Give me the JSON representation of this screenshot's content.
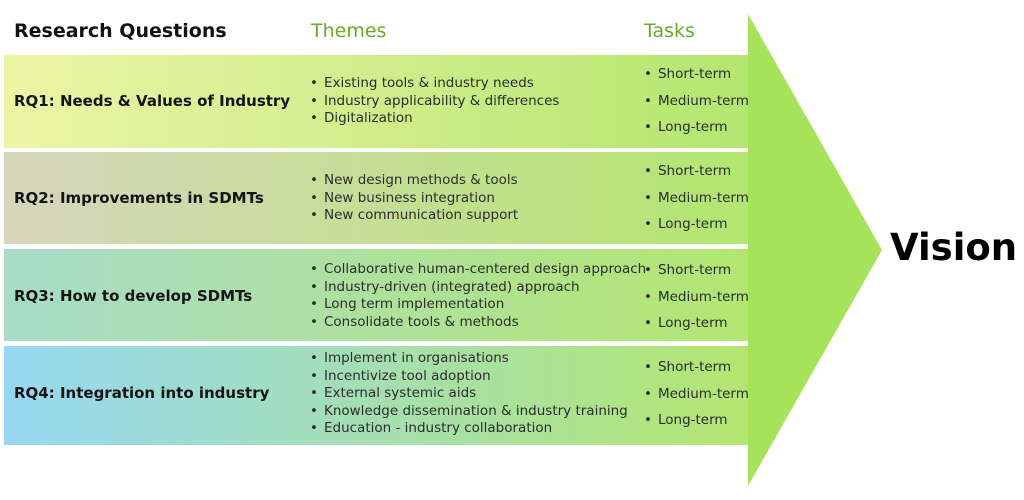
{
  "headers": {
    "research_questions": "Research Questions",
    "themes": "Themes",
    "tasks": "Tasks"
  },
  "colors": {
    "arrow_green": "#a6e35a",
    "header_green": "#6aaa2a",
    "band1_start": "#ecf5a6",
    "band2_start": "#d6d6bc",
    "band3_start": "#a8dcc8",
    "band4_start": "#96d8f2",
    "band_end": "#b3e670"
  },
  "rows": [
    {
      "title": "RQ1: Needs & Values of Industry",
      "themes": [
        "Existing tools & industry needs",
        "Industry applicability & differences",
        "Digitalization"
      ],
      "tasks": [
        "Short-term",
        "Medium-term",
        "Long-term"
      ]
    },
    {
      "title": "RQ2: Improvements in SDMTs",
      "themes": [
        "New design methods & tools",
        "New business integration",
        "New communication support"
      ],
      "tasks": [
        "Short-term",
        "Medium-term",
        "Long-term"
      ]
    },
    {
      "title": "RQ3: How to develop SDMTs",
      "themes": [
        "Collaborative human-centered design approach",
        "Industry-driven (integrated) approach",
        "Long term implementation",
        "Consolidate tools & methods"
      ],
      "tasks": [
        "Short-term",
        "Medium-term",
        "Long-term"
      ]
    },
    {
      "title": "RQ4: Integration into industry",
      "themes": [
        "Implement in organisations",
        "Incentivize tool adoption",
        "External systemic aids",
        "Knowledge dissemination & industry training",
        "Education - industry collaboration"
      ],
      "tasks": [
        "Short-term",
        "Medium-term",
        "Long-term"
      ]
    }
  ],
  "vision": "Vision"
}
